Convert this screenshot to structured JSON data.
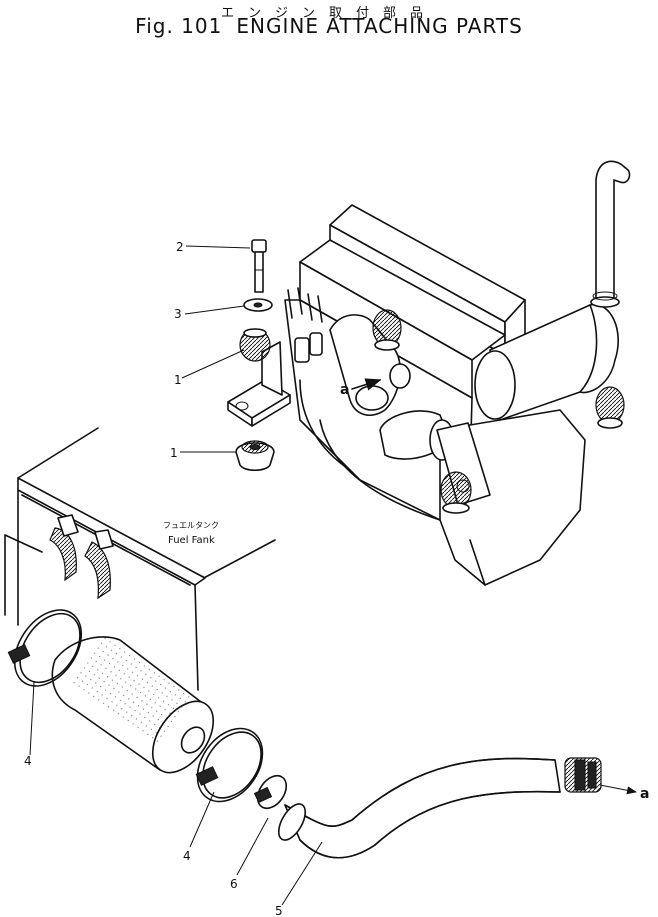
{
  "header": {
    "title_jp": "エンジン取付部品",
    "fig_label": "Fig. 101",
    "title_en": "ENGINE ATTACHING PARTS"
  },
  "callouts": {
    "c1a": "1",
    "c1b": "1",
    "c2": "2",
    "c3": "3",
    "c4a": "4",
    "c4b": "4",
    "c5": "5",
    "c6": "6",
    "ref_a1": "a",
    "ref_a2": "a"
  },
  "labels": {
    "fuel_tank_jp": "フュエルタンク",
    "fuel_tank_en": "Fuel Fank"
  }
}
